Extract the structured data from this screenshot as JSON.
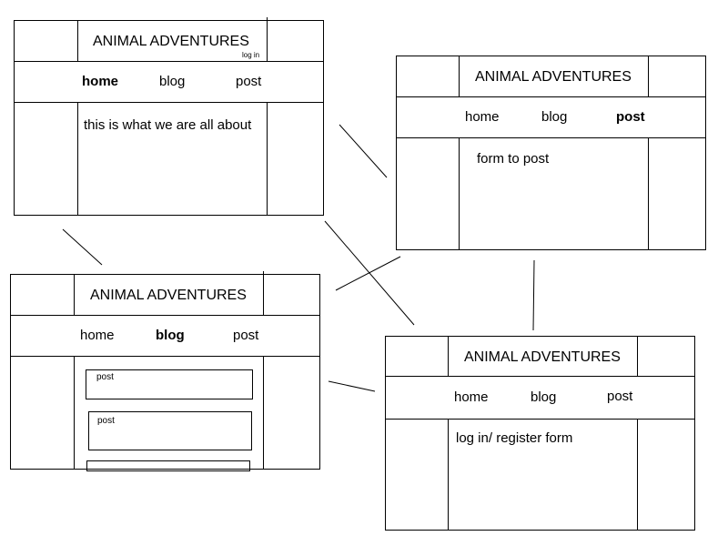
{
  "wireframes": {
    "home": {
      "title": "ANIMAL ADVENTURES",
      "login_link": "log in",
      "nav": {
        "home": "home",
        "blog": "blog",
        "post": "post"
      },
      "active": "home",
      "body_text": "this is what we are all about"
    },
    "post": {
      "title": "ANIMAL ADVENTURES",
      "nav": {
        "home": "home",
        "blog": "blog",
        "post": "post"
      },
      "active": "post",
      "body_text": "form to post"
    },
    "blog": {
      "title": "ANIMAL ADVENTURES",
      "nav": {
        "home": "home",
        "blog": "blog",
        "post": "post"
      },
      "active": "blog",
      "posts": [
        "post",
        "post"
      ]
    },
    "login": {
      "title": "ANIMAL ADVENTURES",
      "nav": {
        "home": "home",
        "blog": "blog",
        "post": "post"
      },
      "active": "none",
      "body_text": "log in/ register form"
    }
  }
}
